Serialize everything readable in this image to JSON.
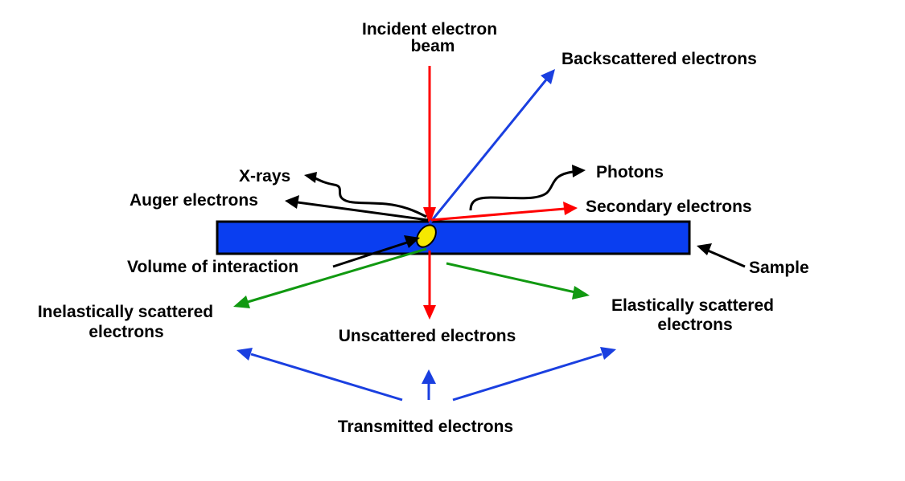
{
  "labels": {
    "incident_line1": "Incident electron",
    "incident_line2": "beam",
    "backscattered": "Backscattered electrons",
    "photons": "Photons",
    "xrays": "X-rays",
    "auger": "Auger electrons",
    "secondary": "Secondary electrons",
    "volume": "Volume of interaction",
    "sample": "Sample",
    "inelastic_line1": "Inelastically scattered",
    "inelastic_line2": "electrons",
    "elastic_line1": "Elastically scattered",
    "elastic_line2": "electrons",
    "unscattered": "Unscattered electrons",
    "transmitted": "Transmitted electrons"
  },
  "colors": {
    "incident": "#ff0000",
    "backscattered": "#1a3fe0",
    "secondary": "#ff0000",
    "inelastic": "#119911",
    "elastic": "#119911",
    "unscattered": "#ff0000",
    "transmitted": "#1a3fe0",
    "emission": "#000000",
    "sample_fill": "#0a3ef0",
    "sample_stroke": "#000000",
    "volume_fill": "#f5e800"
  }
}
